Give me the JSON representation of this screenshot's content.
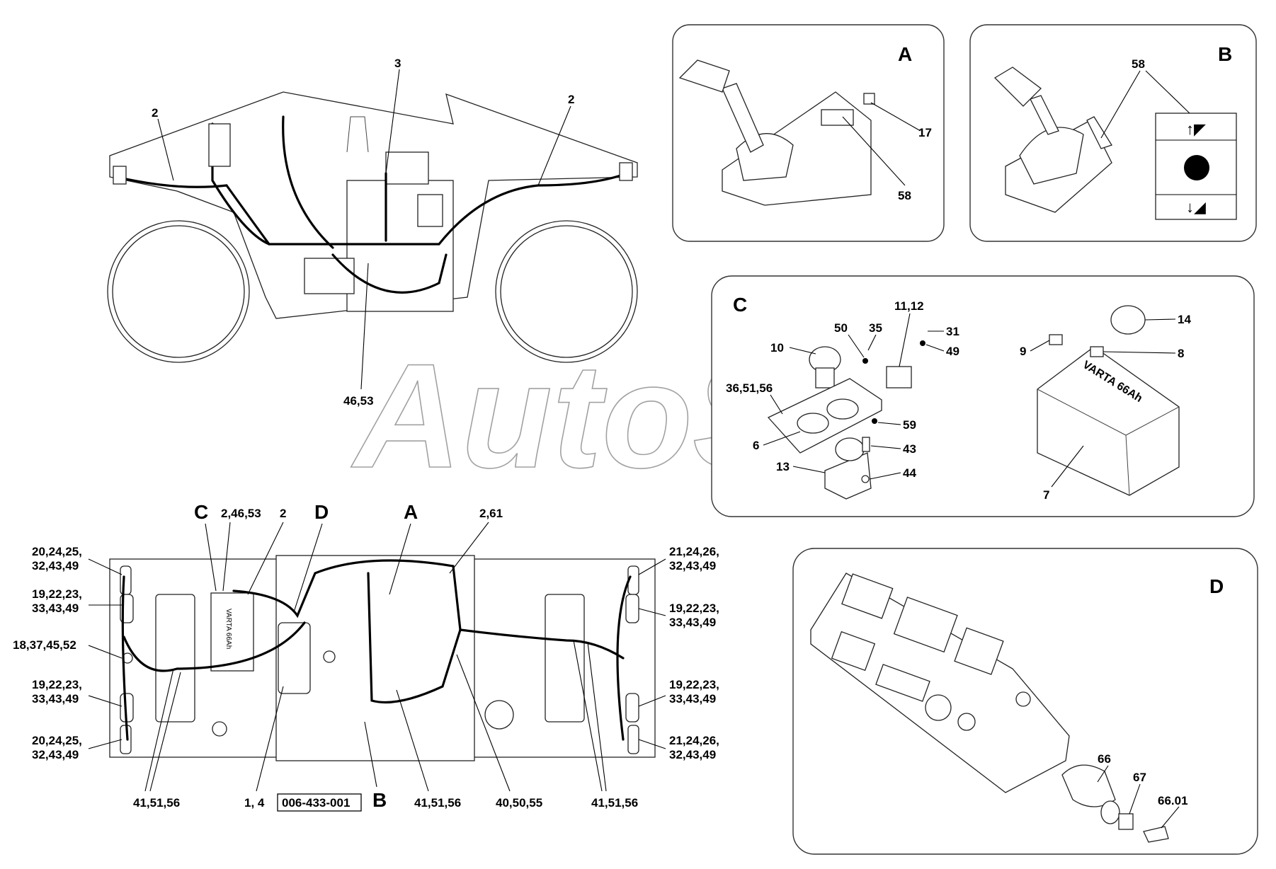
{
  "watermark": "AutoSoft",
  "panels": {
    "a": {
      "letter": "A",
      "labels": [
        "17",
        "58"
      ]
    },
    "b": {
      "letter": "B",
      "labels": [
        "58"
      ]
    },
    "c": {
      "letter": "C",
      "labels": [
        "10",
        "50",
        "35",
        "11,12",
        "31",
        "49",
        "36,51,56",
        "59",
        "6",
        "43",
        "13",
        "44",
        "9",
        "14",
        "8",
        "7"
      ],
      "battery_text": "VARTA  66Ah"
    },
    "d": {
      "letter": "D",
      "labels": [
        "66",
        "67",
        "66.01"
      ]
    }
  },
  "side_view": {
    "labels": [
      "2",
      "3",
      "2",
      "46,53"
    ]
  },
  "top_view": {
    "callout_letters": [
      "C",
      "D",
      "A",
      "B"
    ],
    "labels_top": [
      "2,46,53",
      "2",
      "2,61"
    ],
    "labels_left": [
      "20,24,25,",
      "32,43,49",
      "19,22,23,",
      "33,43,49",
      "18,37,45,52",
      "19,22,23,",
      "33,43,49",
      "20,24,25,",
      "32,43,49"
    ],
    "labels_right": [
      "21,24,26,",
      "32,43,49",
      "19,22,23,",
      "33,43,49",
      "19,22,23,",
      "33,43,49",
      "21,24,26,",
      "32,43,49"
    ],
    "labels_bottom": [
      "41,51,56",
      "1, 4",
      "41,51,56",
      "40,50,55",
      "41,51,56"
    ],
    "part_number": "006-433-001",
    "battery_text": "VARTA 66Ah"
  }
}
